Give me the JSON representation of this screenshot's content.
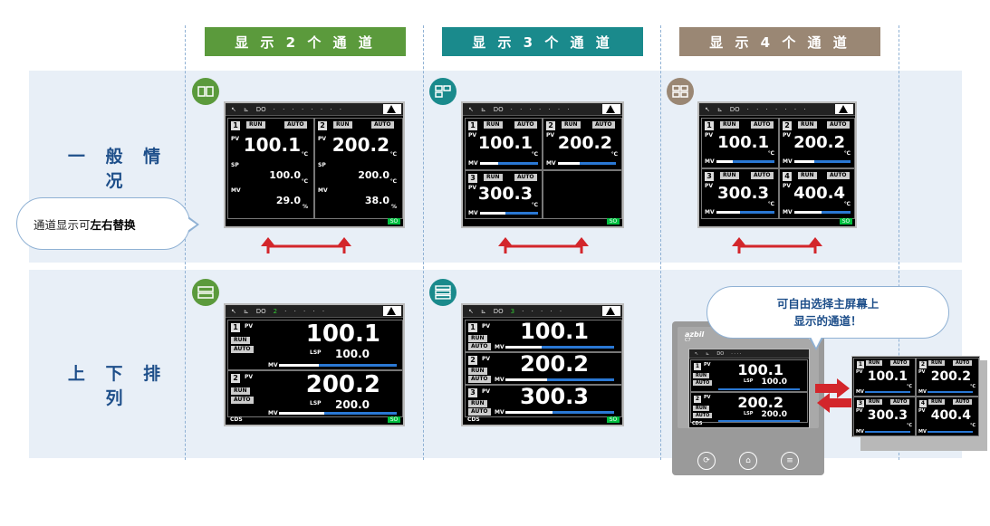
{
  "columns": {
    "two": "显 示 2 个 通 道",
    "three": "显 示 3 个 通 道",
    "four": "显 示 4 个 通 道"
  },
  "rows": {
    "general": "一 般 情 况",
    "stacked": "上 下 排 列"
  },
  "callouts": {
    "swap_prefix": "通道显示可",
    "swap_bold": "左右替换",
    "select_line1": "可自由选择主屏幕上",
    "select_line2": "显示的通道！"
  },
  "screen_labels": {
    "run": "RUN",
    "auto": "AUTO",
    "pv": "PV",
    "sp": "SP",
    "mv": "MV",
    "lsp": "LSP",
    "unit_c": "℃",
    "unit_pct": "%",
    "cds": "CDS",
    "do": "DO",
    "ch_1": "1",
    "ch_2": "2",
    "ch_3": "3",
    "ch_4": "4",
    "do_index_2": "2",
    "do_index_3": "3",
    "ok_badge": "SO"
  },
  "values": {
    "pv1": "100.1",
    "pv2": "200.2",
    "pv3": "300.3",
    "pv4": "400.4",
    "sp1": "100.0",
    "sp2": "200.0",
    "mv1": "29.0",
    "mv2": "38.0",
    "lsp1": "100.0",
    "lsp2": "200.0"
  },
  "device": {
    "brand": "azbil",
    "model": "C7"
  },
  "colors": {
    "green": "#5b9a3c",
    "teal": "#1a8a8c",
    "brown": "#9a8774",
    "arrow_red": "#d3262b",
    "label_blue": "#1e4f8a"
  }
}
